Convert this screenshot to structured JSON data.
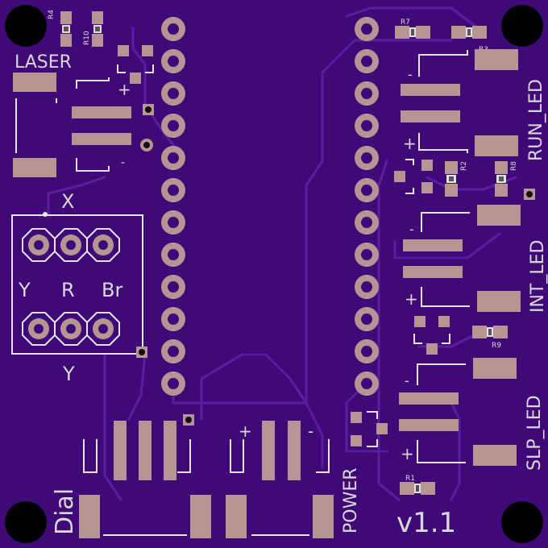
{
  "board": {
    "title": "Laser PCB layout",
    "version": "v1.1",
    "labels": {
      "laser": "LASER",
      "x": "X",
      "y_top": "Y",
      "r": "R",
      "br": "Br",
      "y_bottom": "Y",
      "dial": "Dial",
      "power": "POWER",
      "run_led": "RUN_LED",
      "int_led": "INT_LED",
      "slp_led": "SLP_LED",
      "plus": "+",
      "minus": "-"
    },
    "refs": {
      "r1": "R1",
      "r2": "R2",
      "r3": "R3",
      "r4": "R4",
      "r7": "R7",
      "r8": "R8",
      "r9": "R9",
      "r10": "R10"
    }
  }
}
